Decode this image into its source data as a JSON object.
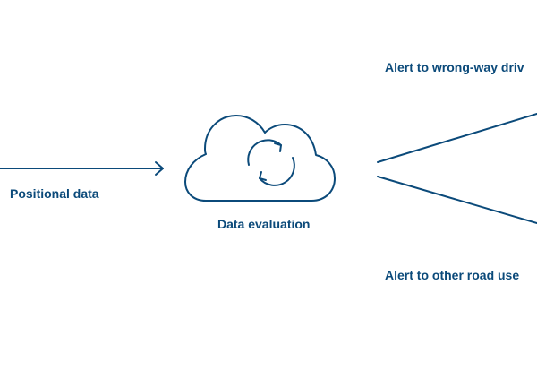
{
  "diagram": {
    "accent_color": "#0b4a7a",
    "labels": {
      "positional_data": "Positional data",
      "data_evaluation": "Data evaluation",
      "alert_wrong_way": "Alert to wrong-way driv",
      "alert_other_users": "Alert to other road use"
    },
    "icons": {
      "cloud": "cloud-icon",
      "refresh": "refresh-cycle-icon"
    }
  }
}
